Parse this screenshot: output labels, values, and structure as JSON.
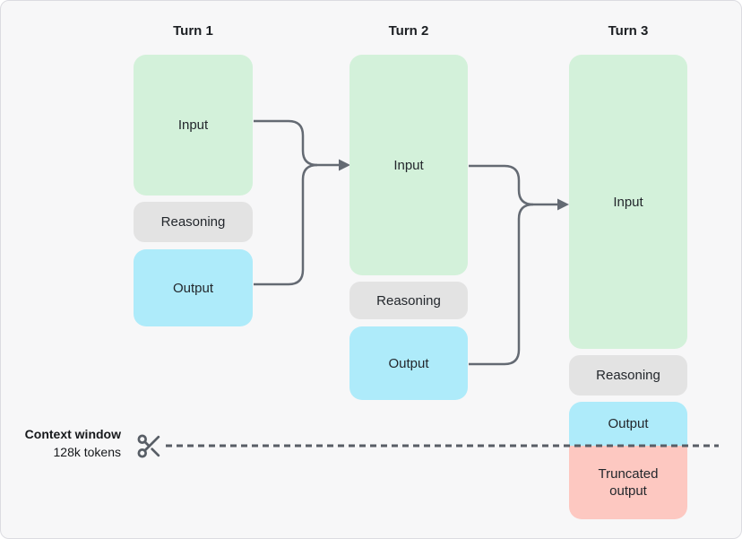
{
  "turns": [
    {
      "title": "Turn 1",
      "boxes": {
        "input": "Input",
        "reasoning": "Reasoning",
        "output": "Output"
      }
    },
    {
      "title": "Turn 2",
      "boxes": {
        "input": "Input",
        "reasoning": "Reasoning",
        "output": "Output"
      }
    },
    {
      "title": "Turn 3",
      "boxes": {
        "input": "Input",
        "reasoning": "Reasoning",
        "output": "Output",
        "truncated": "Truncated output"
      }
    }
  ],
  "context_window": {
    "title": "Context window",
    "subtitle": "128k tokens"
  },
  "icons": {
    "scissors": "scissors-icon"
  },
  "colors": {
    "background": "#f7f7f8",
    "input_box": "#d3f1da",
    "reasoning_box": "#e3e3e3",
    "output_box": "#aeebfa",
    "truncated_box": "#fdc8c1",
    "arrow_line": "#646a73",
    "dashed_line": "#585e66",
    "text": "#1c1f23"
  }
}
